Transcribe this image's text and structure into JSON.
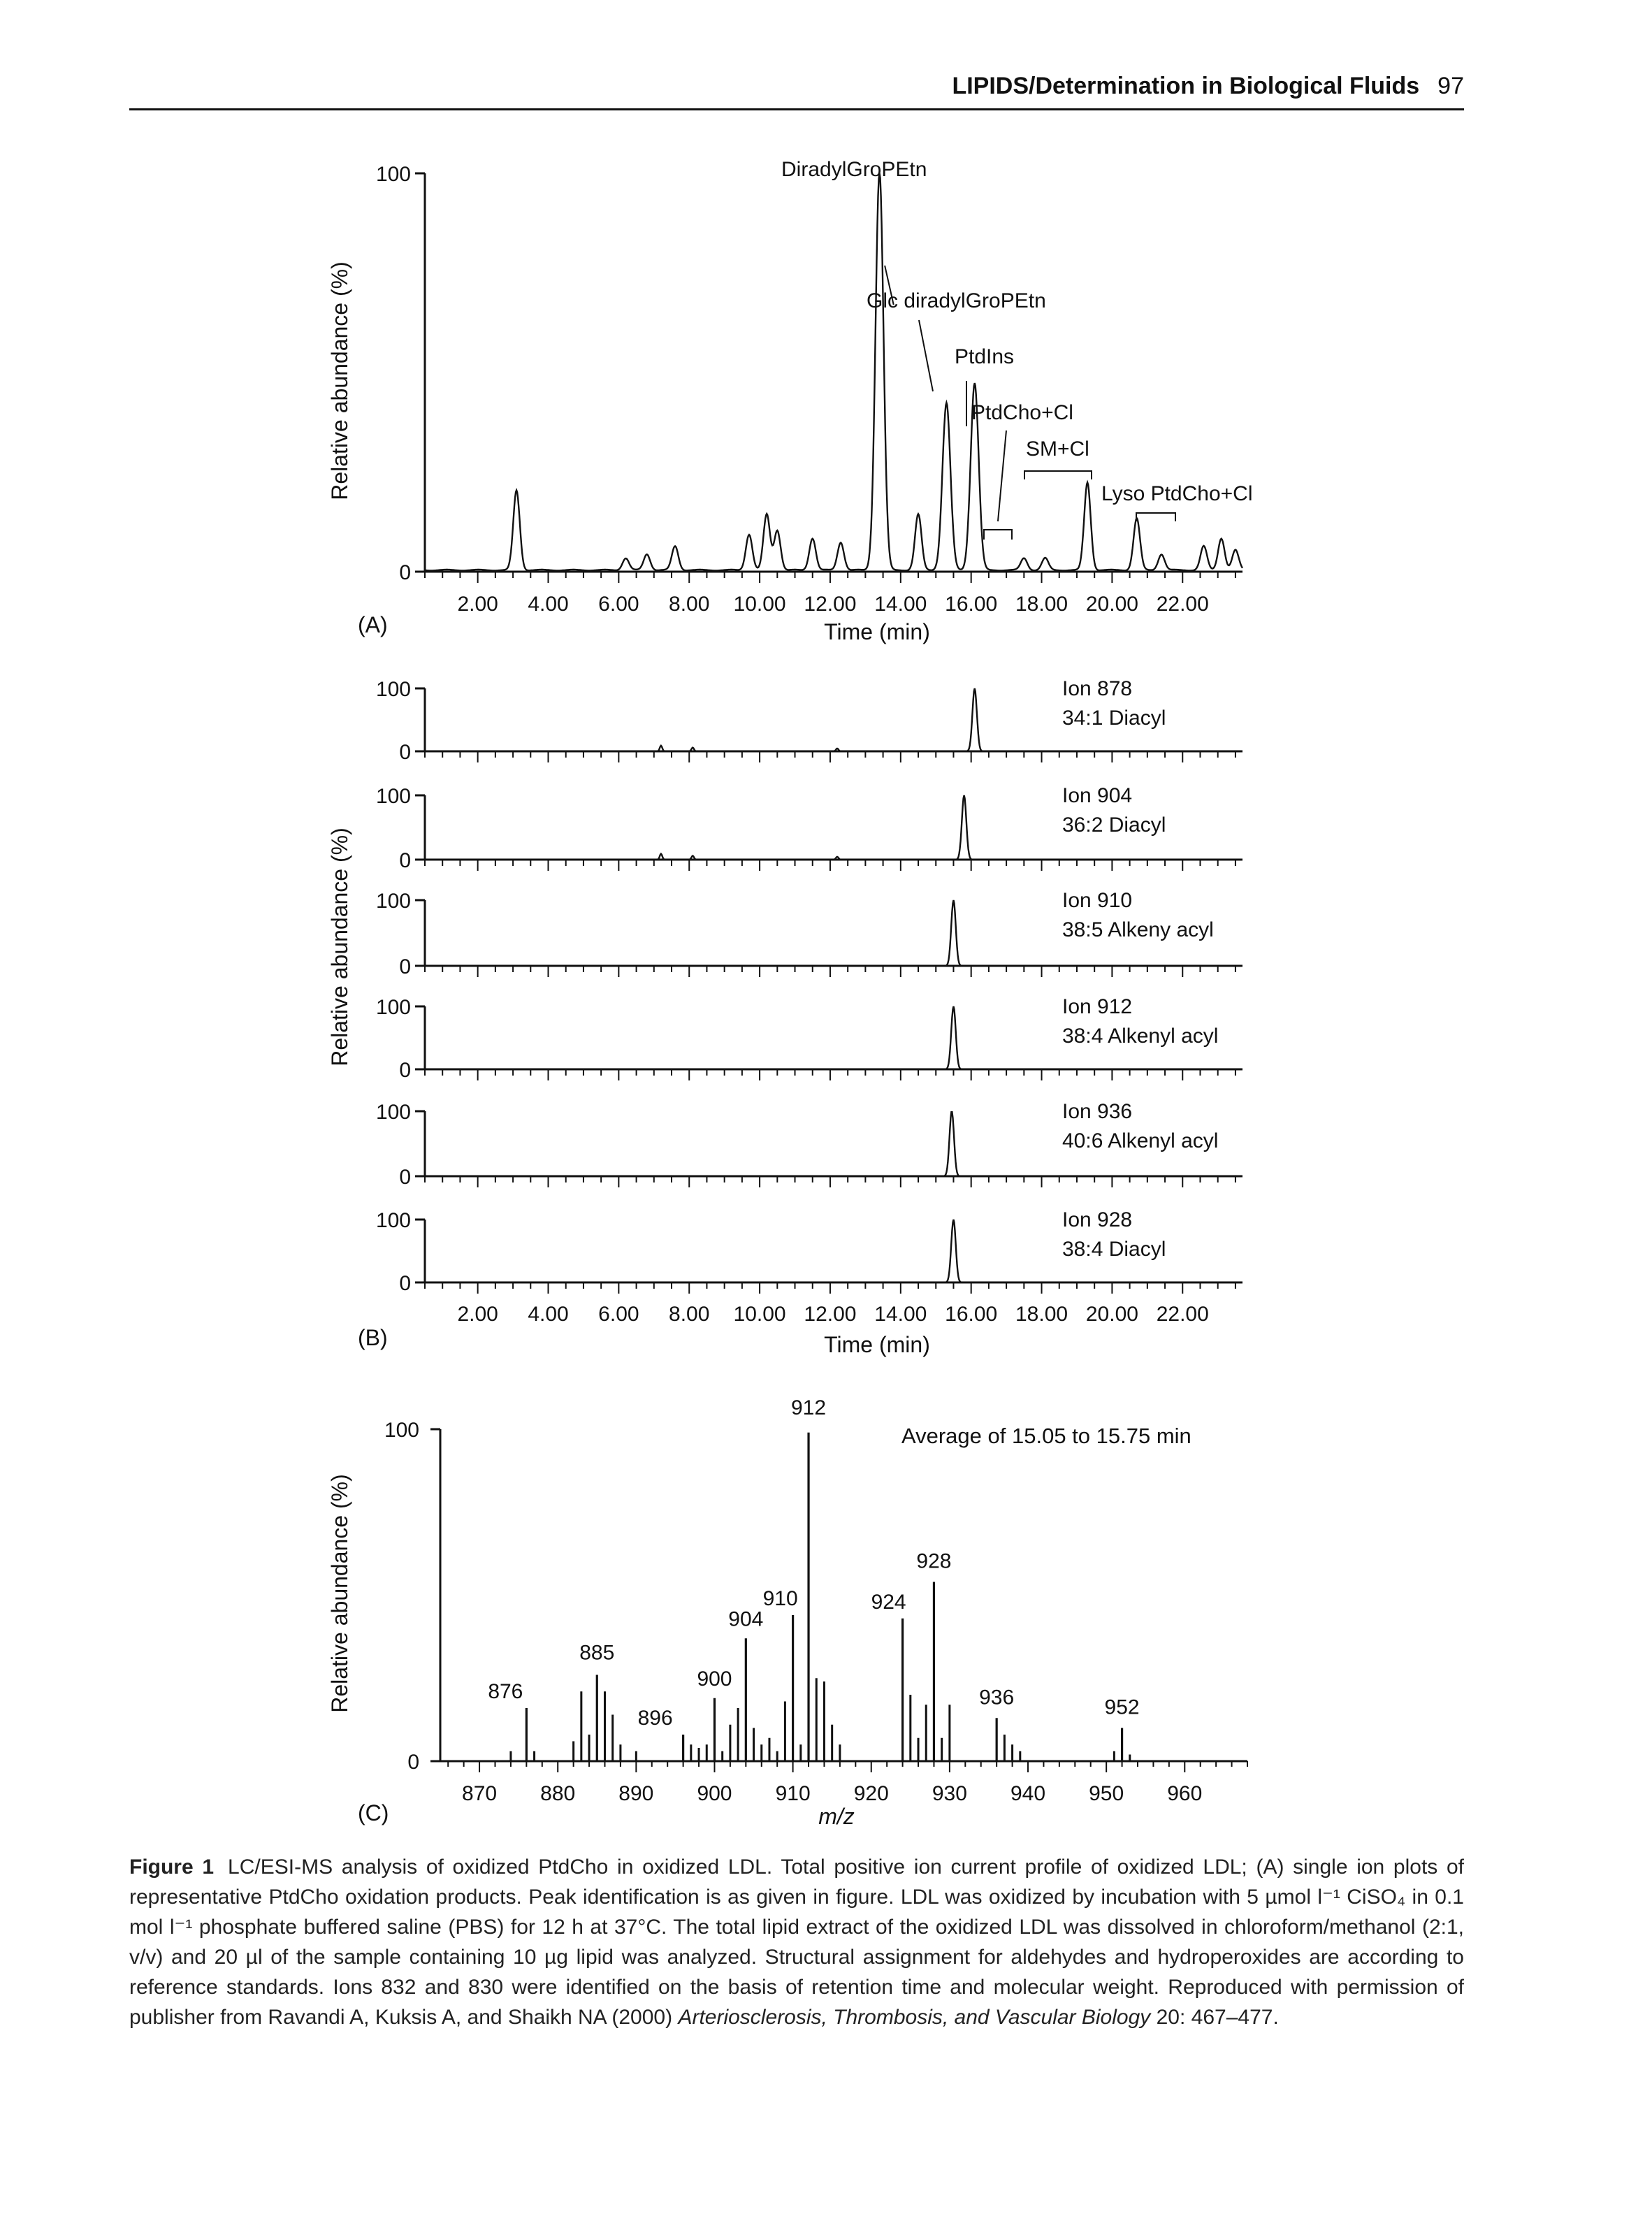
{
  "header": {
    "title": "LIPIDS/Determination in Biological Fluids",
    "page": "97"
  },
  "colors": {
    "ink": "#111111",
    "paper": "#ffffff"
  },
  "panels": {
    "A": {
      "label": "(A)"
    },
    "B": {
      "label": "(B)"
    },
    "C": {
      "label": "(C)"
    }
  },
  "chart_data": [
    {
      "panel": "A",
      "type": "line",
      "xlabel": "Time (min)",
      "ylabel": "Relative abundance (%)",
      "xlim": [
        0.5,
        23.7
      ],
      "ylim": [
        0,
        100
      ],
      "xticklabels": [
        "2.00",
        "4.00",
        "6.00",
        "8.00",
        "10.00",
        "12.00",
        "14.00",
        "16.00",
        "18.00",
        "20.00",
        "22.00"
      ],
      "yticklabels": [
        "0",
        "100"
      ],
      "peaks": [
        [
          3.1,
          20
        ],
        [
          6.2,
          3
        ],
        [
          6.8,
          4
        ],
        [
          7.6,
          6
        ],
        [
          9.7,
          9
        ],
        [
          10.2,
          14
        ],
        [
          10.5,
          10
        ],
        [
          11.5,
          8
        ],
        [
          12.3,
          7
        ],
        [
          13.4,
          100
        ],
        [
          14.5,
          14
        ],
        [
          15.3,
          42
        ],
        [
          16.1,
          47
        ],
        [
          17.5,
          3
        ],
        [
          18.1,
          3
        ],
        [
          19.3,
          22
        ],
        [
          20.7,
          13
        ],
        [
          21.4,
          4
        ],
        [
          22.6,
          6
        ],
        [
          23.1,
          8
        ],
        [
          23.5,
          5
        ]
      ],
      "annotations": [
        {
          "text": "DiradylGroPEtn",
          "x": 13.4
        },
        {
          "text": "Glc diradylGroPEtn",
          "x": 13.8
        },
        {
          "text": "PtdIns",
          "x": 15.3
        },
        {
          "text": "PtdCho+Cl",
          "x": 16.1
        },
        {
          "text": "SM+Cl",
          "x": 18.6
        },
        {
          "text": "Lyso PtdCho+Cl",
          "x": 22.8
        }
      ]
    },
    {
      "panel": "B",
      "type": "line",
      "xlabel": "Time (min)",
      "ylabel": "Relative abundance (%)",
      "xlim": [
        0.5,
        23.7
      ],
      "xticklabels": [
        "2.00",
        "4.00",
        "6.00",
        "8.00",
        "10.00",
        "12.00",
        "14.00",
        "16.00",
        "18.00",
        "20.00",
        "22.00"
      ],
      "traces": [
        {
          "ion": "Ion 878",
          "species": "34:1 Diacyl",
          "peak_time": 16.1,
          "yticklabels": [
            "0",
            "100"
          ]
        },
        {
          "ion": "Ion 904",
          "species": "36:2 Diacyl",
          "peak_time": 15.8,
          "yticklabels": [
            "0",
            "100"
          ]
        },
        {
          "ion": "Ion 910",
          "species": "38:5 Alkeny acyl",
          "peak_time": 15.5,
          "yticklabels": [
            "0",
            "100"
          ]
        },
        {
          "ion": "Ion 912",
          "species": "38:4 Alkenyl acyl",
          "peak_time": 15.5,
          "yticklabels": [
            "0",
            "100"
          ]
        },
        {
          "ion": "Ion 936",
          "species": "40:6 Alkenyl acyl",
          "peak_time": 15.45,
          "yticklabels": [
            "0",
            "100"
          ]
        },
        {
          "ion": "Ion 928",
          "species": "38:4 Diacyl",
          "peak_time": 15.5,
          "yticklabels": [
            "0",
            "100"
          ]
        }
      ]
    },
    {
      "panel": "C",
      "type": "bar",
      "xlabel": "m/z",
      "ylabel": "Relative abundance (%)",
      "note": "Average of 15.05 to 15.75 min",
      "xlim": [
        865,
        968
      ],
      "ylim": [
        0,
        100
      ],
      "xticklabels": [
        "870",
        "880",
        "890",
        "900",
        "910",
        "920",
        "930",
        "940",
        "950",
        "960"
      ],
      "yticklabels": [
        "0",
        "100"
      ],
      "labeled_peaks": [
        {
          "mz": 876,
          "value": 16,
          "label": "876"
        },
        {
          "mz": 885,
          "value": 26,
          "label": "885"
        },
        {
          "mz": 896,
          "value": 8,
          "label": "896"
        },
        {
          "mz": 900,
          "value": 19,
          "label": "900"
        },
        {
          "mz": 904,
          "value": 37,
          "label": "904"
        },
        {
          "mz": 910,
          "value": 44,
          "label": "910"
        },
        {
          "mz": 912,
          "value": 99,
          "label": "912"
        },
        {
          "mz": 924,
          "value": 43,
          "label": "924"
        },
        {
          "mz": 928,
          "value": 54,
          "label": "928"
        },
        {
          "mz": 936,
          "value": 13,
          "label": "936"
        },
        {
          "mz": 952,
          "value": 10,
          "label": "952"
        }
      ],
      "minor_peaks": [
        [
          874,
          3
        ],
        [
          877,
          3
        ],
        [
          882,
          6
        ],
        [
          883,
          21
        ],
        [
          884,
          8
        ],
        [
          886,
          21
        ],
        [
          887,
          14
        ],
        [
          888,
          5
        ],
        [
          890,
          3
        ],
        [
          897,
          5
        ],
        [
          898,
          4
        ],
        [
          899,
          5
        ],
        [
          901,
          3
        ],
        [
          902,
          11
        ],
        [
          903,
          16
        ],
        [
          905,
          10
        ],
        [
          906,
          5
        ],
        [
          907,
          7
        ],
        [
          908,
          3
        ],
        [
          909,
          18
        ],
        [
          911,
          5
        ],
        [
          913,
          25
        ],
        [
          914,
          24
        ],
        [
          915,
          11
        ],
        [
          916,
          5
        ],
        [
          925,
          20
        ],
        [
          926,
          7
        ],
        [
          927,
          17
        ],
        [
          929,
          7
        ],
        [
          930,
          17
        ],
        [
          937,
          8
        ],
        [
          938,
          5
        ],
        [
          939,
          3
        ],
        [
          951,
          3
        ],
        [
          953,
          2
        ]
      ]
    }
  ],
  "caption": {
    "label": "Figure 1",
    "body": "LC/ESI-MS analysis of oxidized PtdCho in oxidized LDL. Total positive ion current profile of oxidized LDL; (A) single ion plots of representative PtdCho oxidation products. Peak identification is as given in figure. LDL was oxidized by incubation with 5 µmol l⁻¹ CiSO₄ in 0.1 mol l⁻¹ phosphate buffered saline (PBS) for 12 h at 37°C. The total lipid extract of the oxidized LDL was dissolved in chloroform/methanol (2:1, v/v) and 20 µl of the sample containing 10 µg lipid was analyzed. Structural assignment for aldehydes and hydroperoxides are according to reference standards. Ions 832 and 830 were identified on the basis of retention time and molecular weight. Reproduced with permission of publisher from Ravandi A, Kuksis A, and Shaikh NA (2000)",
    "journal": "Arteriosclerosis, Thrombosis, and Vascular Biology",
    "citation_tail": "20: 467–477."
  }
}
